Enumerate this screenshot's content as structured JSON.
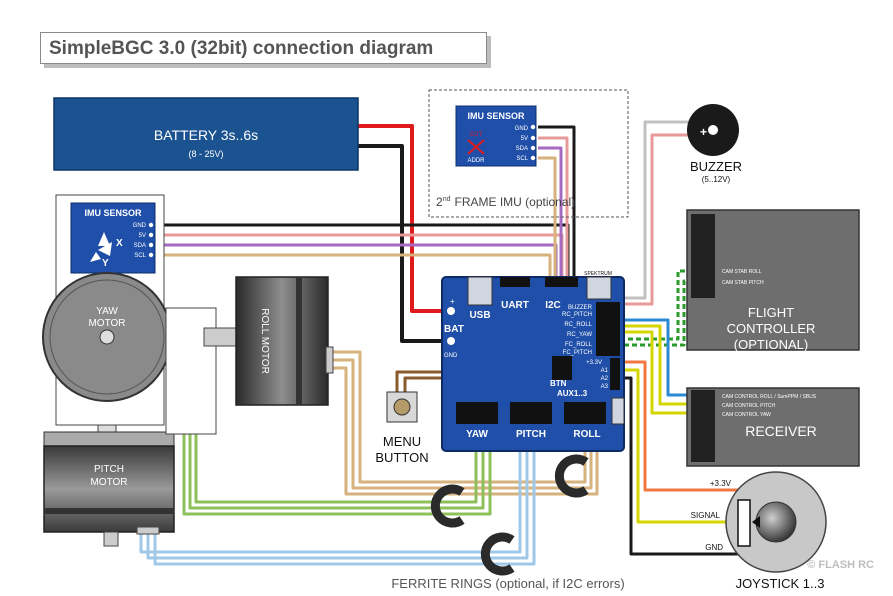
{
  "title": "SimpleBGC 3.0 (32bit) connection diagram",
  "battery": {
    "label": "BATTERY 3s..6s",
    "range": "(8 - 25V)"
  },
  "frame_imu": {
    "title": "IMU SENSOR",
    "pins": [
      "GND",
      "5V",
      "SDA",
      "SCL"
    ],
    "addr": "ADDR",
    "cut": "CUT",
    "caption_pre": "2",
    "caption_sup": "nd",
    "caption_post": "FRAME IMU (optional)"
  },
  "main_imu": {
    "title": "IMU SENSOR",
    "pins": [
      "GND",
      "5V",
      "SDA",
      "SCL"
    ],
    "x": "X",
    "y": "Y"
  },
  "buzzer": {
    "label": "BUZZER",
    "range": "(5..12V)",
    "plus": "+"
  },
  "flight_controller": {
    "label_lines": [
      "FLIGHT",
      "CONTROLLER",
      "(OPTIONAL)"
    ],
    "pins": [
      "CAM STAB ROLL",
      "CAM STAB PITCH"
    ]
  },
  "receiver": {
    "label": "RECEIVER",
    "pins": [
      "CAM CONTROL ROLL / SumPPM / SBUS",
      "CAM CONTROL PITCH",
      "CAM CONTROL YAW"
    ]
  },
  "board": {
    "usb": "USB",
    "uart": "UART",
    "i2c": "I2C",
    "spektrum": "SPEKTRUM",
    "bat": "BAT",
    "plus": "+",
    "gnd": "GND",
    "btn": "BTN",
    "aux": "AUX1..3",
    "v33": "+3.3V",
    "a_pins": [
      "A1",
      "A2",
      "A3"
    ],
    "right_pins": [
      "BUZZER",
      "RC_PITCH",
      "RC_ROLL",
      "RC_YAW",
      "FC_ROLL",
      "FC_PITCH"
    ],
    "motor_ports": [
      "YAW",
      "PITCH",
      "ROLL"
    ]
  },
  "motors": {
    "yaw": [
      "YAW",
      "MOTOR"
    ],
    "roll": "ROLL MOTOR",
    "pitch": [
      "PITCH",
      "MOTOR"
    ]
  },
  "menu_button": [
    "MENU",
    "BUTTON"
  ],
  "joystick": {
    "label": "JOYSTICK 1..3",
    "v33": "+3.3V",
    "signal": "SIGNAL",
    "gnd": "GND"
  },
  "ferrite": "FERRITE RINGS (optional, if I2C errors)",
  "watermark": "© FLASH RC",
  "colors": {
    "board_blue": "#1f4fa8",
    "battery_blue": "#1b5290",
    "red": "#e0191d",
    "black": "#1a1a1a",
    "gray_wire": "#c0c0c0",
    "pink": "#e89a9a",
    "purple": "#a66ac2",
    "tan": "#d6b27c",
    "green_wire": "#8dbf5a",
    "light_blue_wire": "#9ec7e8",
    "brown": "#8a5a2b",
    "yellow": "#d4d600",
    "orange": "#f07840",
    "dark_green": "#2a9a2a",
    "blue_wire": "#2a8ad4"
  }
}
